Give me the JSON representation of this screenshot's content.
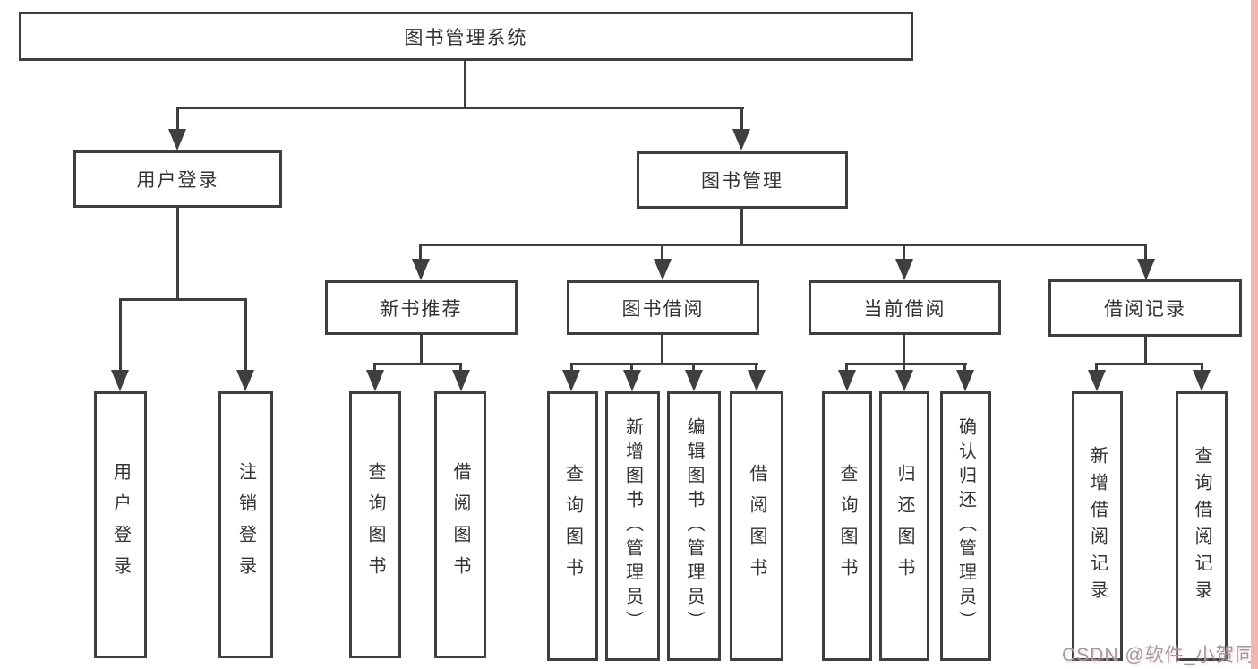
{
  "diagram": {
    "type": "hierarchy",
    "title": "图书管理系统",
    "nodes": {
      "root": {
        "label": "图书管理系统"
      },
      "user_login": {
        "label": "用户登录"
      },
      "book_mgmt": {
        "label": "图书管理"
      },
      "new_book_rec": {
        "label": "新书推荐"
      },
      "book_borrow": {
        "label": "图书借阅"
      },
      "current_borrow": {
        "label": "当前借阅"
      },
      "borrow_record": {
        "label": "借阅记录"
      },
      "leaf_user_login": {
        "label": "用户登录"
      },
      "leaf_logout": {
        "label": "注销登录"
      },
      "nb_query": {
        "label": "查询图书"
      },
      "nb_borrow": {
        "label": "借阅图书"
      },
      "bb_query": {
        "label": "查询图书"
      },
      "bb_add": {
        "label": "新增图书（管理员）"
      },
      "bb_edit": {
        "label": "编辑图书（管理员）"
      },
      "bb_borrow": {
        "label": "借阅图书"
      },
      "cb_query": {
        "label": "查询图书"
      },
      "cb_return": {
        "label": "归还图书"
      },
      "cb_confirm": {
        "label": "确认归还（管理员）"
      },
      "br_add": {
        "label": "新增借阅记录"
      },
      "br_query": {
        "label": "查询借阅记录"
      }
    },
    "structure": [
      {
        "parent": "图书管理系统",
        "children": [
          "用户登录",
          "图书管理"
        ]
      },
      {
        "parent": "用户登录",
        "children": [
          "用户登录",
          "注销登录"
        ]
      },
      {
        "parent": "图书管理",
        "children": [
          "新书推荐",
          "图书借阅",
          "当前借阅",
          "借阅记录"
        ]
      },
      {
        "parent": "新书推荐",
        "children": [
          "查询图书",
          "借阅图书"
        ]
      },
      {
        "parent": "图书借阅",
        "children": [
          "查询图书",
          "新增图书（管理员）",
          "编辑图书（管理员）",
          "借阅图书"
        ]
      },
      {
        "parent": "当前借阅",
        "children": [
          "查询图书",
          "归还图书",
          "确认归还（管理员）"
        ]
      },
      {
        "parent": "借阅记录",
        "children": [
          "新增借阅记录",
          "查询借阅记录"
        ]
      }
    ]
  },
  "watermark": {
    "text": "CSDN @软件_小贺同学"
  },
  "colors": {
    "line": "#3f3f3f",
    "box_border": "#3f3f3f",
    "box_fill": "#ffffff",
    "text": "#333333",
    "watermark_text": "#9c9c9c",
    "right_edge_strip": "#f2b5b5"
  }
}
